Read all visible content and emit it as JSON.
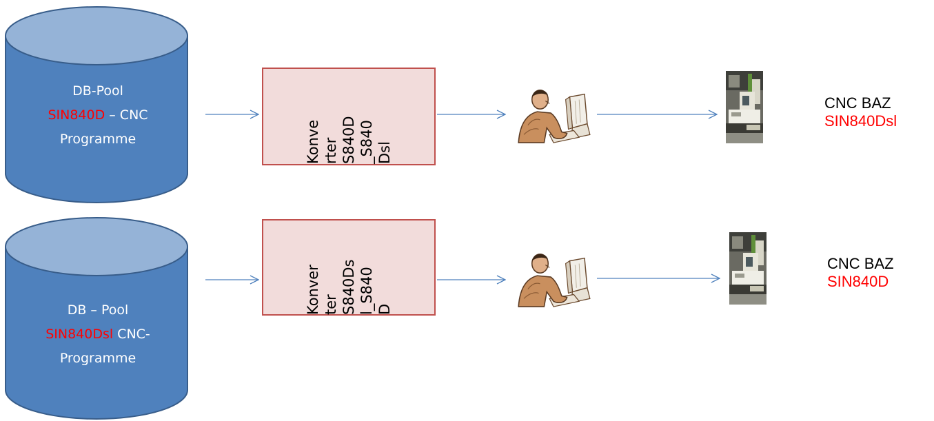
{
  "rows": [
    {
      "pool": {
        "line1": "DB-Pool",
        "red": "SIN840D",
        "after_red": " – CNC",
        "line3": "Programme"
      },
      "converter": {
        "lines": [
          "Konve",
          "rter",
          "S840D",
          "_S840",
          "Dsl"
        ]
      },
      "target": {
        "title": "CNC BAZ",
        "model": "SIN840Dsl"
      }
    },
    {
      "pool": {
        "line1": "DB – Pool",
        "red": "SIN840Dsl",
        "after_red": " CNC-",
        "line3": "Programme"
      },
      "converter": {
        "lines": [
          "Konver",
          "ter",
          "S840Ds",
          "l_S840",
          "D"
        ]
      },
      "target": {
        "title": "CNC BAZ",
        "model": "SIN840D"
      }
    }
  ],
  "colors": {
    "cylinder": "#4f81bd",
    "cylinder_edge": "#385d8a",
    "converter_fill": "#f2dcdb",
    "converter_edge": "#c0504d",
    "arrow": "#4f81bd",
    "highlight": "#ff0000"
  },
  "icons": {
    "operator": "operator-at-computer-icon",
    "machine": "cnc-machine-photo"
  }
}
